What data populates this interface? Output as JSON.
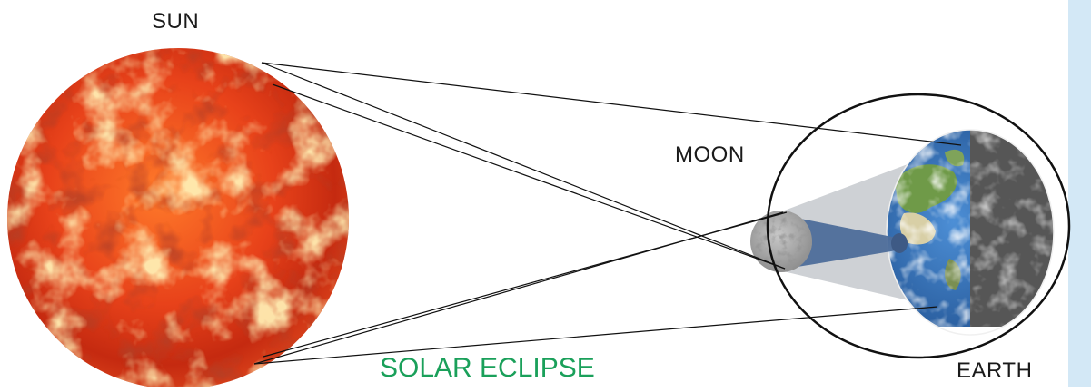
{
  "labels": {
    "sun": "SUN",
    "moon": "MOON",
    "earth": "EARTH",
    "title": "SOLAR ECLIPSE"
  },
  "colors": {
    "title": "#1aa05a",
    "label": "#1a1a1a",
    "outline": "#111111",
    "sun_light": "#ffd27a",
    "sun_mid": "#f04a1a",
    "sun_dark": "#9a1808",
    "earth_ocean": "#2f6fb8",
    "earth_land": "#6f9a48",
    "earth_night": "#565656",
    "moon": "#9a9a9a",
    "shadow_cone": "#c9ccd0",
    "umbra": "#4d6d9a",
    "band": "#d3e8f6"
  }
}
